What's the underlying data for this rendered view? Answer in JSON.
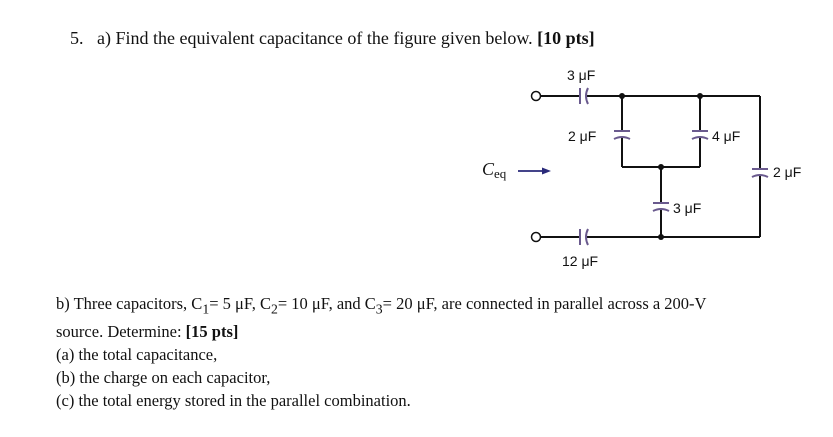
{
  "question": {
    "number": "5.",
    "part_a_text": "a) Find the equivalent capacitance of the figure given below.",
    "part_a_points": "[10 pts]"
  },
  "circuit": {
    "ceq_label": "C",
    "ceq_sub": "eq",
    "capacitors": {
      "top_series": "3 μF",
      "left_branch": "2 μF",
      "right_branch": "4 μF",
      "middle_vertical": "3 μF",
      "far_right": "2 μF",
      "bottom_series": "12 μF"
    },
    "wire_color": "#111111",
    "capacitor_color": "#6a5a8e",
    "arrow_color": "#2a2a7a"
  },
  "part_b": {
    "line1_pre": "b) Three capacitors, C",
    "line1_rest": "= 5 μF, C",
    "line1_rest2": "= 10 μF, and C",
    "line1_rest3": "= 20 μF, are connected in parallel across a 200-V",
    "sub1": "1",
    "sub2": "2",
    "sub3": "3",
    "line2": "source. Determine:",
    "line2_points": "[15 pts]",
    "items": [
      "(a) the total capacitance,",
      "(b) the charge on each capacitor,",
      "(c) the total energy stored in the parallel combination."
    ]
  }
}
